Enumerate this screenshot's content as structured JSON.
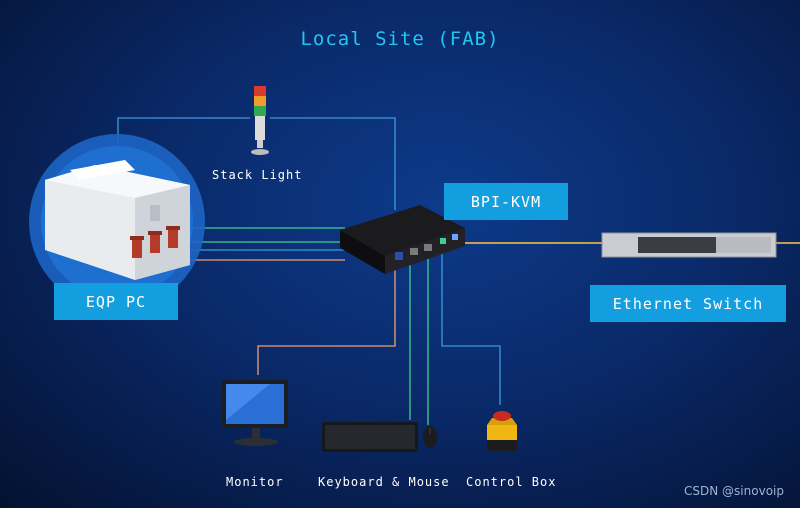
{
  "title": "Local Site (FAB)",
  "nodes": {
    "eqp_pc": "EQP PC",
    "bpi_kvm": "BPI-KVM",
    "ethernet_switch": "Ethernet Switch",
    "stack_light": "Stack  Light",
    "monitor": "Monitor",
    "keyboard_mouse": "Keyboard & Mouse",
    "control_box": "Control Box"
  },
  "watermark": "CSDN @sinovoip",
  "colors": {
    "title": "#22c6ef",
    "label_box": "#139ee0",
    "wire_blue": "#3a9bdc",
    "wire_green": "#3fcf8e",
    "wire_orange": "#f0a070",
    "wire_yellow": "#ffc44a"
  }
}
